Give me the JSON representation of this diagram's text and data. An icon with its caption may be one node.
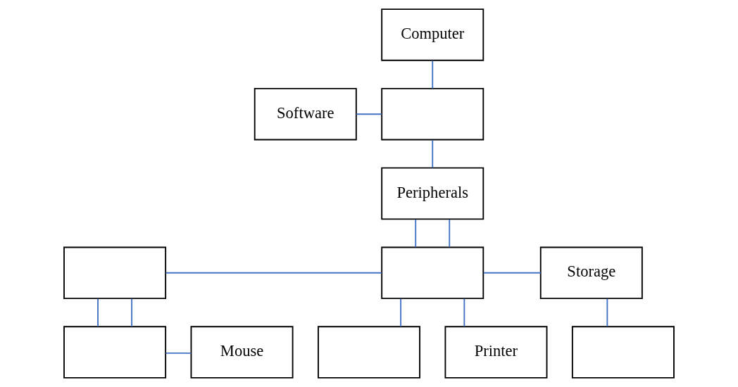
{
  "diagram": {
    "nodes": [
      {
        "text": [
          "Computer"
        ]
      },
      {
        "text": [
          "Software"
        ]
      },
      {
        "text": [],
        "shape": "box"
      },
      {
        "text": [
          "Peripherals"
        ]
      },
      {
        "text": [],
        "shape": "box"
      },
      {
        "text": [],
        "shape": "box"
      },
      {
        "text": [
          "Storage"
        ]
      },
      {
        "text": [],
        "shape": "box"
      },
      {
        "text": [
          "Mouse"
        ]
      },
      {
        "text": [
          "Printer"
        ]
      },
      {
        "text": [],
        "shape": "box"
      },
      {
        "text": [],
        "shape": "box"
      }
    ],
    "edges": [
      {
        "from": 0,
        "to": 2,
        "arrow": "none"
      },
      {
        "from": 1,
        "to": 2,
        "arrow": "none"
      },
      {
        "from": 2,
        "to": 3,
        "arrow": "none"
      },
      {
        "from": 3,
        "to": 5,
        "arrow": "none"
      },
      {
        "from": 3,
        "to": 5,
        "arrow": "none"
      },
      {
        "from": 4,
        "to": 5,
        "arrow": "none"
      },
      {
        "from": 5,
        "to": 6,
        "arrow": "none"
      },
      {
        "from": 4,
        "to": 7,
        "arrow": "none"
      },
      {
        "from": 4,
        "to": 7,
        "arrow": "none"
      },
      {
        "from": 7,
        "to": 8,
        "arrow": "none"
      },
      {
        "from": 5,
        "to": 9,
        "arrow": "none"
      },
      {
        "from": 5,
        "to": 10,
        "arrow": "none"
      },
      {
        "from": 6,
        "to": 11,
        "arrow": "none"
      }
    ]
  }
}
